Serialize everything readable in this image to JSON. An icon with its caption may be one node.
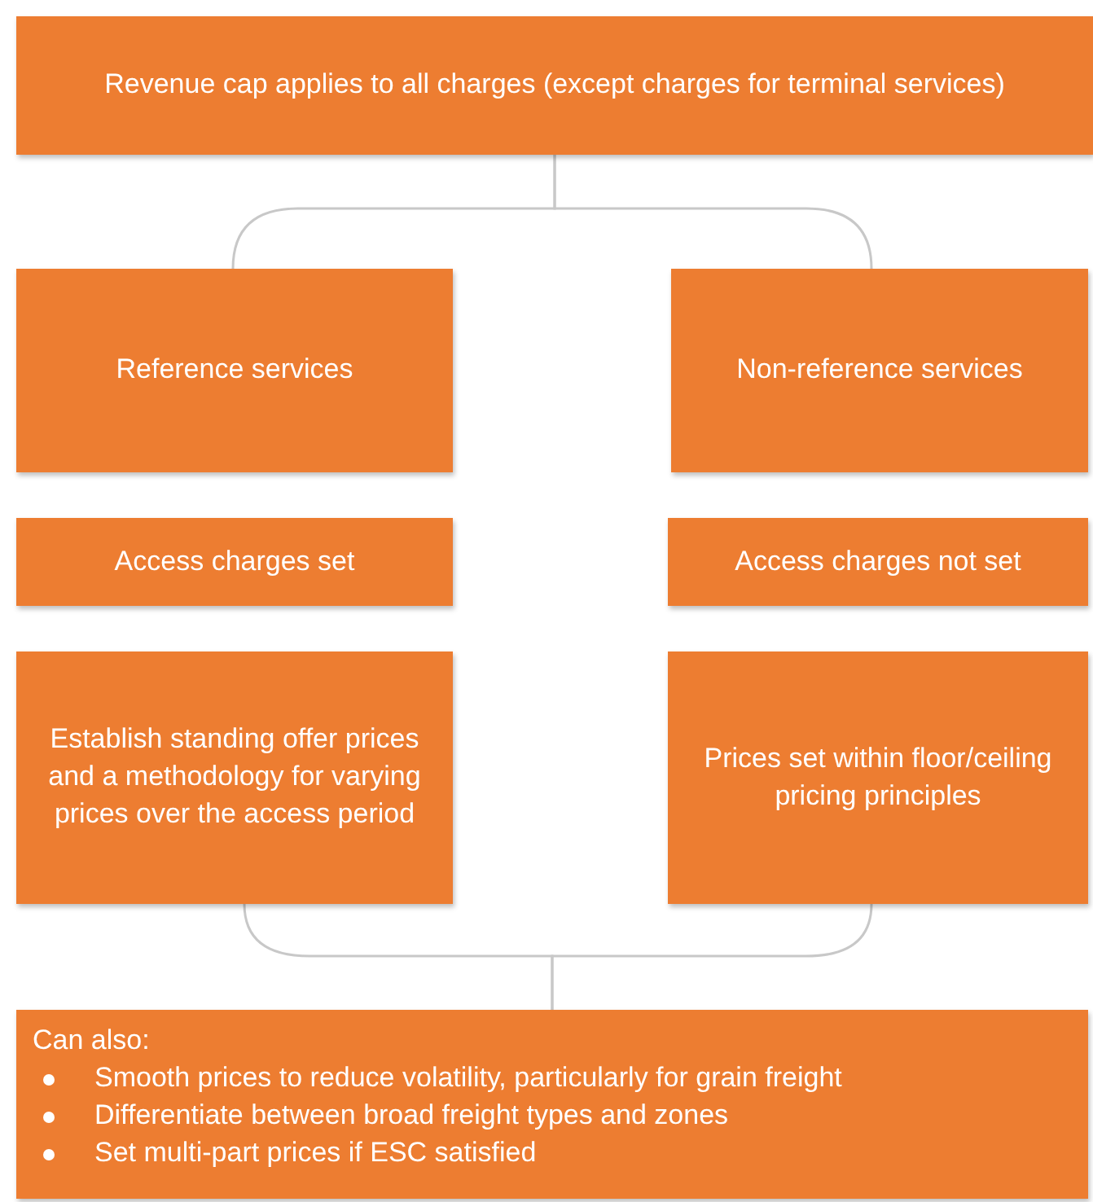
{
  "diagram": {
    "nodes": [
      {
        "text": [
          "Revenue cap applies to all charges (except charges for terminal services)"
        ]
      },
      {
        "text": [
          "Reference services"
        ]
      },
      {
        "text": [
          "Non-reference services"
        ]
      },
      {
        "text": [
          "Access charges set"
        ]
      },
      {
        "text": [
          "Access charges not set"
        ]
      },
      {
        "text": [
          "Establish standing offer prices and a methodology for varying prices over the access period"
        ]
      },
      {
        "text": [
          "Prices set within floor/ceiling pricing principles"
        ]
      },
      {
        "text": [
          "Can also:",
          "Smooth prices to reduce volatility, particularly for grain freight",
          "Differentiate between broad freight types and zones",
          "Set multi-part prices if ESC satisfied"
        ]
      }
    ],
    "edges": [
      {
        "from": 0,
        "to": 1,
        "arrow": "none"
      },
      {
        "from": 0,
        "to": 2,
        "arrow": "none"
      },
      {
        "from": 5,
        "to": 7,
        "arrow": "none"
      },
      {
        "from": 6,
        "to": 7,
        "arrow": "none"
      }
    ]
  }
}
